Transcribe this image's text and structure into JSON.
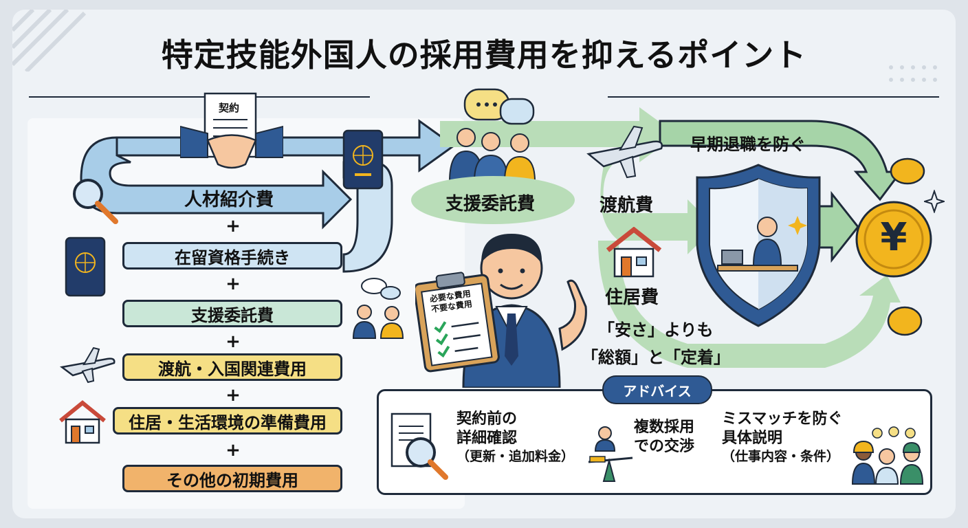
{
  "title": "特定技能外国人の採用費用を抑えるポイント",
  "contract_doc": "契約",
  "left_items": [
    {
      "label": "人材紹介費",
      "color": "#bcd9ef"
    },
    {
      "label": "在留資格手続き",
      "color": "#cfe4f3"
    },
    {
      "label": "支援委託費",
      "color": "#c9e7d7"
    },
    {
      "label": "渡航・入国関連費用",
      "color": "#f5df85"
    },
    {
      "label": "住居・生活環境の準備費用",
      "color": "#f5df85"
    },
    {
      "label": "その他の初期費用",
      "color": "#f1b36b"
    }
  ],
  "plus_sign": "+",
  "middle": {
    "support_label": "支援委託費"
  },
  "clipboard": {
    "line1": "必要な費用",
    "line2": "不要な費用"
  },
  "right": {
    "top_label": "早期退職を防ぐ",
    "travel_label": "渡航費",
    "housing_label": "住居費",
    "slogan_line1": "「安さ」よりも",
    "slogan_line2": "「総額」と「定着」",
    "yen": "¥"
  },
  "advice": {
    "tag": "アドバイス",
    "items": [
      {
        "line1": "契約前の",
        "line2": "詳細確認",
        "line3": "（更新・追加料金）"
      },
      {
        "line1": "複数採用",
        "line2": "での交渉"
      },
      {
        "line1": "ミスマッチを防ぐ",
        "line2": "具体説明",
        "line3": "（仕事内容・条件）"
      }
    ]
  },
  "colors": {
    "blue_flow": "#a8cde8",
    "green_flow": "#a6d4a8",
    "navy": "#2f5a94",
    "gold": "#f2b51e"
  }
}
